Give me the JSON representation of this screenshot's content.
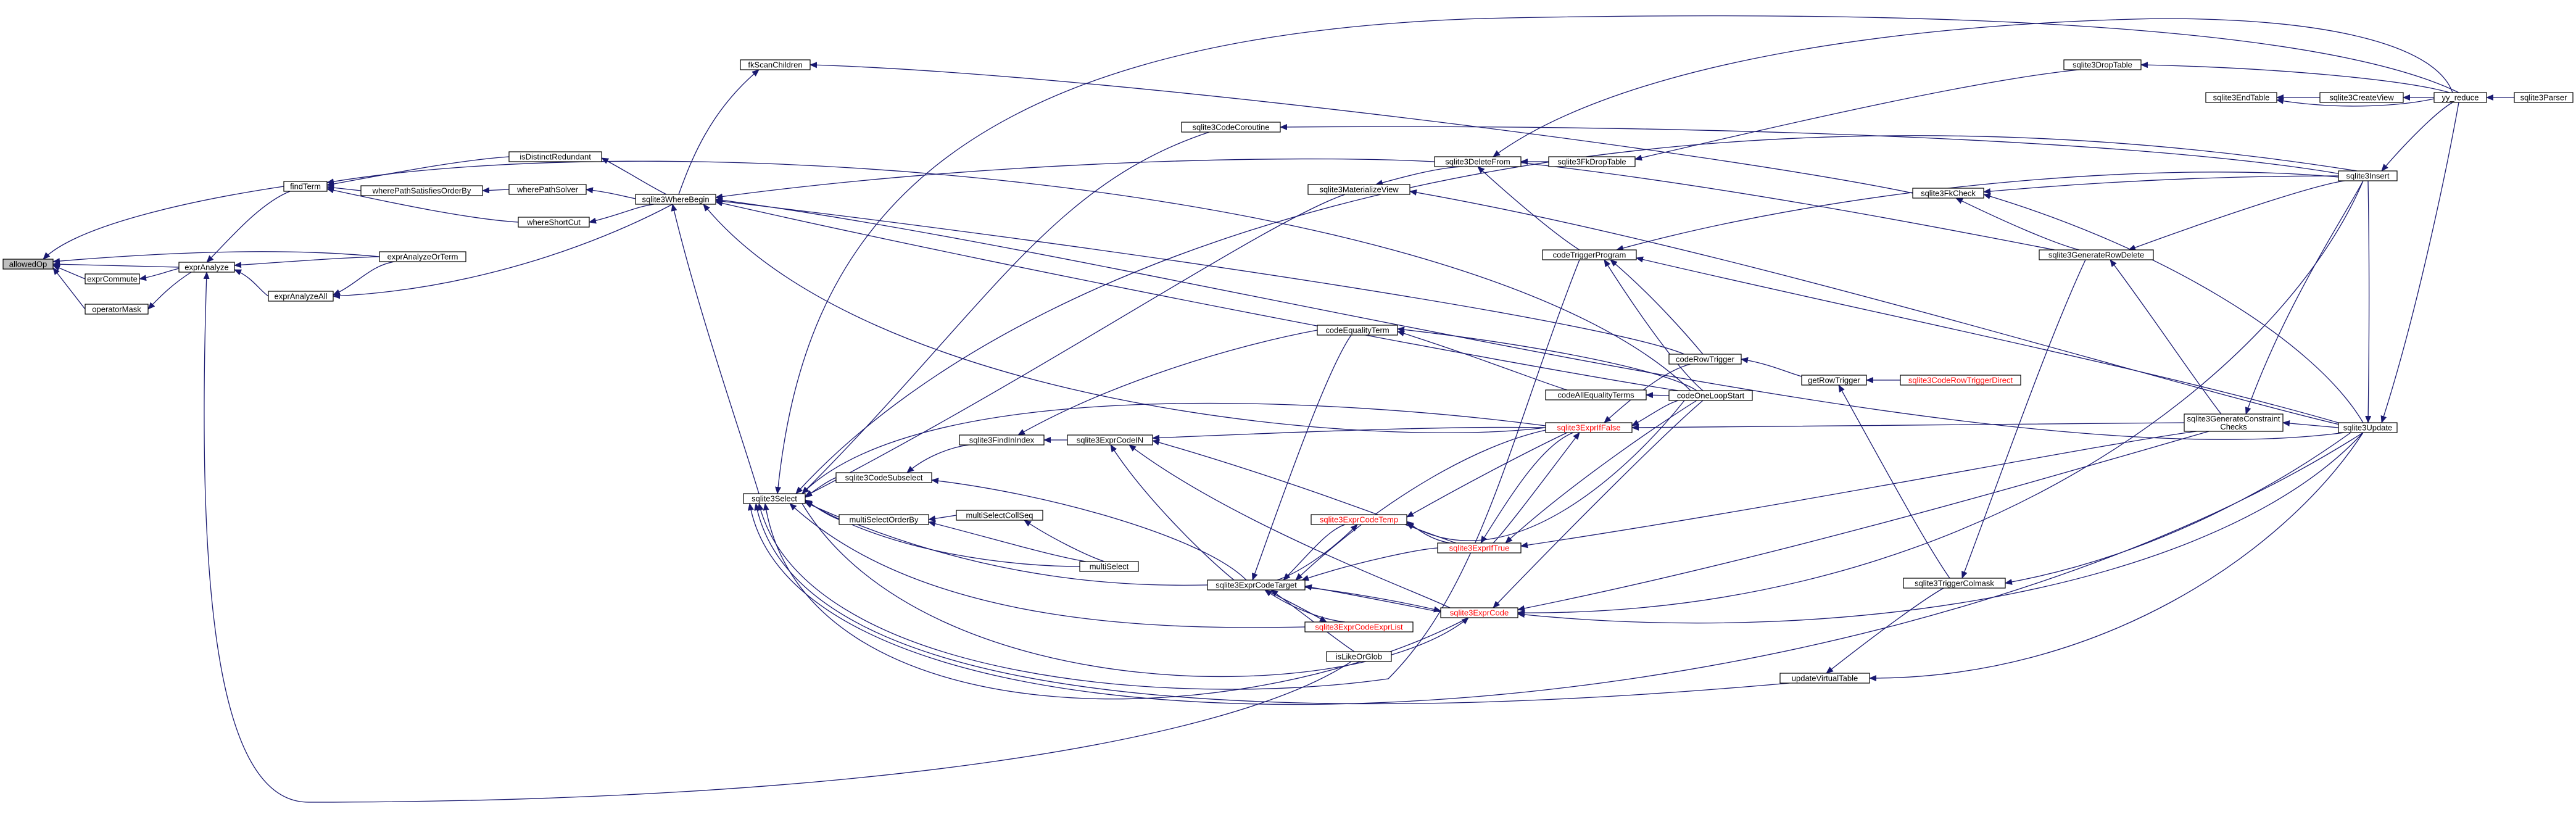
{
  "graph": {
    "type": "call-graph",
    "highlight_node": "allowedOp",
    "colors": {
      "edge": "#191970",
      "node_border": "#000000",
      "highlight_fill": "#bfbfbf",
      "red_label": "#ff0000"
    },
    "nodes": {
      "allowedOp": {
        "label": "allowedOp"
      },
      "exprCommute": {
        "label": "exprCommute"
      },
      "operatorMask": {
        "label": "operatorMask"
      },
      "exprAnalyze": {
        "label": "exprAnalyze"
      },
      "findTerm": {
        "label": "findTerm"
      },
      "exprAnalyzeOrTerm": {
        "label": "exprAnalyzeOrTerm"
      },
      "exprAnalyzeAll": {
        "label": "exprAnalyzeAll"
      },
      "isDistinctRedundant": {
        "label": "isDistinctRedundant"
      },
      "wherePathSatisfiesOrderBy": {
        "label": "wherePathSatisfiesOrderBy"
      },
      "wherePathSolver": {
        "label": "wherePathSolver"
      },
      "whereShortCut": {
        "label": "whereShortCut"
      },
      "fkScanChildren": {
        "label": "fkScanChildren"
      },
      "sqlite3WhereBegin": {
        "label": "sqlite3WhereBegin"
      },
      "sqlite3Select": {
        "label": "sqlite3Select"
      },
      "sqlite3CodeSubselect": {
        "label": "sqlite3CodeSubselect"
      },
      "multiSelectOrderBy": {
        "label": "multiSelectOrderBy"
      },
      "multiSelectCollSeq": {
        "label": "multiSelectCollSeq"
      },
      "multiSelect": {
        "label": "multiSelect"
      },
      "sqlite3FindInIndex": {
        "label": "sqlite3FindInIndex"
      },
      "sqlite3ExprCodeIN": {
        "label": "sqlite3ExprCodeIN"
      },
      "sqlite3ExprCodeTarget": {
        "label": "sqlite3ExprCodeTarget"
      },
      "codeEqualityTerm": {
        "label": "codeEqualityTerm"
      },
      "sqlite3CodeCoroutine": {
        "label": "sqlite3CodeCoroutine"
      },
      "sqlite3MaterializeView": {
        "label": "sqlite3MaterializeView"
      },
      "isLikeOrGlob": {
        "label": "isLikeOrGlob"
      },
      "sqlite3ExprCodeTemp": {
        "label": "sqlite3ExprCodeTemp",
        "red": true
      },
      "sqlite3ExprCodeExprList": {
        "label": "sqlite3ExprCodeExprList",
        "red": true
      },
      "sqlite3ExprCode": {
        "label": "sqlite3ExprCode",
        "red": true
      },
      "sqlite3ExprIfTrue": {
        "label": "sqlite3ExprIfTrue",
        "red": true
      },
      "sqlite3ExprIfFalse": {
        "label": "sqlite3ExprIfFalse",
        "red": true
      },
      "sqlite3DeleteFrom": {
        "label": "sqlite3DeleteFrom"
      },
      "sqlite3FkDropTable": {
        "label": "sqlite3FkDropTable"
      },
      "codeTriggerProgram": {
        "label": "codeTriggerProgram"
      },
      "codeAllEqualityTerms": {
        "label": "codeAllEqualityTerms"
      },
      "codeRowTrigger": {
        "label": "codeRowTrigger"
      },
      "codeOneLoopStart": {
        "label": "codeOneLoopStart"
      },
      "getRowTrigger": {
        "label": "getRowTrigger"
      },
      "sqlite3CodeRowTriggerDirect": {
        "label": "sqlite3CodeRowTriggerDirect",
        "red": true
      },
      "sqlite3TriggerColmask": {
        "label": "sqlite3TriggerColmask"
      },
      "updateVirtualTable": {
        "label": "updateVirtualTable"
      },
      "sqlite3DropTable": {
        "label": "sqlite3DropTable"
      },
      "sqlite3FkCheck": {
        "label": "sqlite3FkCheck"
      },
      "sqlite3GenerateRowDelete": {
        "label": "sqlite3GenerateRowDelete"
      },
      "sqlite3GenerateConstraintChecks": {
        "label": "sqlite3GenerateConstraint",
        "label2": "Checks"
      },
      "sqlite3EndTable": {
        "label": "sqlite3EndTable"
      },
      "sqlite3CreateView": {
        "label": "sqlite3CreateView"
      },
      "yy_reduce": {
        "label": "yy_reduce"
      },
      "sqlite3Parser": {
        "label": "sqlite3Parser"
      },
      "sqlite3Insert": {
        "label": "sqlite3Insert"
      },
      "sqlite3Update": {
        "label": "sqlite3Update"
      }
    }
  }
}
